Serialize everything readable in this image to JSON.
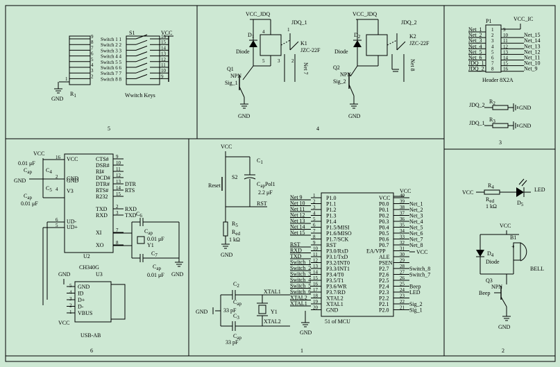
{
  "regions": {
    "r1": "1",
    "r2": "2",
    "r3": "3",
    "r4": "4",
    "r5": "5",
    "r6": "6"
  },
  "switch_block": {
    "ref": "S1",
    "vcc": "VCC",
    "resistor": "R",
    "resistor_sub": "1",
    "gnd": "GND",
    "caption": "Wwitch Keys",
    "pin_left": "1",
    "left_pins": [
      "9",
      "8",
      "7",
      "6",
      "5",
      "4",
      "3",
      "2"
    ],
    "labels": [
      "Switch 1 1",
      "Switch 2 2",
      "Switch 3 3",
      "Switch 4 4",
      "Switch 5 5",
      "Switch 6 6",
      "Switch 7 7",
      "Switch 8 8"
    ],
    "right_pins": [
      "16",
      "15",
      "14",
      "13",
      "12",
      "11",
      "10",
      "9"
    ]
  },
  "relay_block": {
    "vcc1": "VCC_JDQ",
    "vcc2": "VCC_JDQ",
    "d1": "D",
    "d1_sub": "1",
    "d2": "D",
    "d2_sub": "2",
    "diode1": "Diode",
    "diode2": "Diode",
    "k1": "K1",
    "k2": "K2",
    "jzc1": "JZC-22F",
    "jzc2": "JZC-22F",
    "jdq1": "JDQ_1",
    "jdq2": "JDQ_2",
    "net7": "Net 7",
    "net8": "Net 8",
    "q1": "Q1",
    "q2": "Q2",
    "npn1": "NPN",
    "npn2": "NPN",
    "sig1": "Sig_1",
    "sig2": "Sig_2",
    "gnd": "GND",
    "coil_pins": [
      "4",
      "3",
      "5",
      "1",
      "2"
    ]
  },
  "header_block": {
    "ref": "P1",
    "vcc": "VCC_IC",
    "caption": "Header 8X2A",
    "left_labels": [
      "Net_1",
      "Net_2",
      "Net_3",
      "Net_4",
      "Net_5",
      "Net_6",
      "JDQ_1",
      "JDQ_2"
    ],
    "left_pins": [
      "1",
      "2",
      "3",
      "4",
      "5",
      "6",
      "7",
      "8"
    ],
    "right_pins": [
      "9",
      "10",
      "11",
      "12",
      "13",
      "14",
      "15",
      "16"
    ],
    "right_labels": [
      "Net_15",
      "Net_14",
      "Net_13",
      "Net_12",
      "Net_11",
      "Net_10",
      "Net_9"
    ]
  },
  "pullup_block": {
    "jdq2": "JDQ_2",
    "jdq1": "JDQ_1",
    "r2": "R",
    "r2_sub": "2",
    "r3": "R",
    "r3_sub": "3",
    "gnd": "GND"
  },
  "led_block": {
    "vcc": "VCC",
    "r4": "R",
    "r4_sub": "4",
    "rval": "R",
    "rval_sub": "ed",
    "kohm": "1 kΩ",
    "led": "LED",
    "d5": "D",
    "d5_sub": "5"
  },
  "bell_block": {
    "vcc": "VCC",
    "b1": "B1",
    "plus": "+",
    "bell": "BELL",
    "d4": "D",
    "d4_sub": "4",
    "diode": "Diode",
    "q3": "Q3",
    "npn": "NPN",
    "beep": "Beep",
    "gnd": "GND"
  },
  "reset_block": {
    "vcc": "VCC",
    "reset": "Reset",
    "s2": "S2",
    "c1": "C",
    "c1_sub": "1",
    "cpol": "C",
    "cpol_sub": "ap",
    "cpol_tail": "Pol1",
    "cval": "2.2 μF",
    "rst": "RST",
    "r5": "R",
    "r5_sub": "5",
    "rvar": "R",
    "rvar_sub": "ed",
    "kohm": "1 kΩ",
    "gnd": "GND"
  },
  "crystal_block": {
    "c2": "C",
    "c2_sub": "2",
    "c3": "C",
    "c3_sub": "3",
    "cap": "C",
    "cap_sub": "ap",
    "pf1": "33 pF",
    "pf2": "33 pF",
    "xtal1": "XTAL1",
    "xtal2": "XTAL2",
    "y1": "Y1",
    "gnd": "GND"
  },
  "mcu_block": {
    "caption": "51 of MCU",
    "vcc": "VCC",
    "gnd": "GND",
    "vcc_right": "VCC",
    "left_nets": [
      "Net 9",
      "Net 10",
      "Net 11",
      "Net 12",
      "Net 13",
      "Net 14",
      "Net 15",
      "",
      "RST",
      "RXD",
      "TXD",
      "Switch_1",
      "Switch_2",
      "Switch_3",
      "Switch_4",
      "Switch_5",
      "Switch_6",
      "XTAL2",
      "XTAL1",
      ""
    ],
    "left_pins": [
      "1",
      "2",
      "3",
      "4",
      "5",
      "6",
      "7",
      "8",
      "9",
      "10",
      "11",
      "12",
      "13",
      "14",
      "15",
      "16",
      "17",
      "18",
      "19",
      "20"
    ],
    "left_names": [
      "P1.0",
      "P1.1",
      "P1.2",
      "P1.3",
      "P1.4",
      "P1.5/MISI",
      "P1.6/MISO",
      "P1.7/SCK",
      "RST",
      "P3.0/RxD",
      "P3.1/TxD",
      "P3.2/INT0",
      "P3.3/INT1",
      "P3.4/T0",
      "P3.5/T1",
      "P3.6/WR",
      "P3.7/RD",
      "XTAL2",
      "XTAL1",
      "GND"
    ],
    "right_names": [
      "VCC",
      "P0.0",
      "P0.1",
      "P0.2",
      "P0.3",
      "P0.4",
      "P0.5",
      "P0.6",
      "P0.7",
      "EA/VPP",
      "ALE",
      "PSEN",
      "P2.7",
      "P2.6",
      "P2.5",
      "P2.4",
      "P2.3",
      "P2.2",
      "P2.1",
      "P2.0"
    ],
    "right_pins": [
      "40",
      "39",
      "38",
      "37",
      "36",
      "35",
      "34",
      "33",
      "32",
      "31",
      "30",
      "29",
      "28",
      "27",
      "26",
      "25",
      "24",
      "23",
      "22",
      "21"
    ],
    "right_nets": [
      "",
      "Net_1",
      "Net_2",
      "Net_3",
      "Net_4",
      "Net_5",
      "Net_6",
      "Net_7",
      "Net_8",
      "",
      "",
      "",
      "Switch_8",
      "Switch_7",
      "",
      "Beep",
      "LED",
      "",
      "Sig_2",
      "Sig_1"
    ]
  },
  "usb_block": {
    "vcc": "VCC",
    "c4_val": "0.01 μF",
    "c4": "C",
    "c4_sub": "4",
    "cap": "C",
    "cap_sub": "ap",
    "gnd": "GND",
    "c5": "C",
    "c5_sub": "5",
    "c5_val": "0.01 μF",
    "chip_left": [
      "VCC",
      "GND",
      "V3",
      "UD-",
      "UD+"
    ],
    "chip_left_pins": [
      "16",
      "2",
      "4",
      "6",
      "5"
    ],
    "chip_right": [
      "CTS#",
      "DSR#",
      "RI#",
      "DCD#",
      "DTR#",
      "RTS#",
      "R232",
      "TXD",
      "RXD",
      "XI",
      "XO"
    ],
    "chip_right_pins": [
      "9",
      "10",
      "11",
      "12",
      "13",
      "14",
      "15",
      "2",
      "3",
      "7",
      "8"
    ],
    "dtr": "DTR",
    "rts": "RTS",
    "rxd": "RXD",
    "txd": "TXD",
    "u2": "U2",
    "chip": "CH340G",
    "u3": "U3",
    "c6": "C",
    "c6_sub": "6",
    "c7": "C",
    "c7_sub": "7",
    "c6_val": "0.01 μF",
    "c7_val": "0.01 μF",
    "y1": "Y1",
    "usb_pins": [
      "GND",
      "ID",
      "D+",
      "D-",
      "VBUS"
    ],
    "usb_nums": [
      "5",
      "4",
      "3",
      "2",
      "1"
    ],
    "usb_caption": "USB-AB"
  }
}
